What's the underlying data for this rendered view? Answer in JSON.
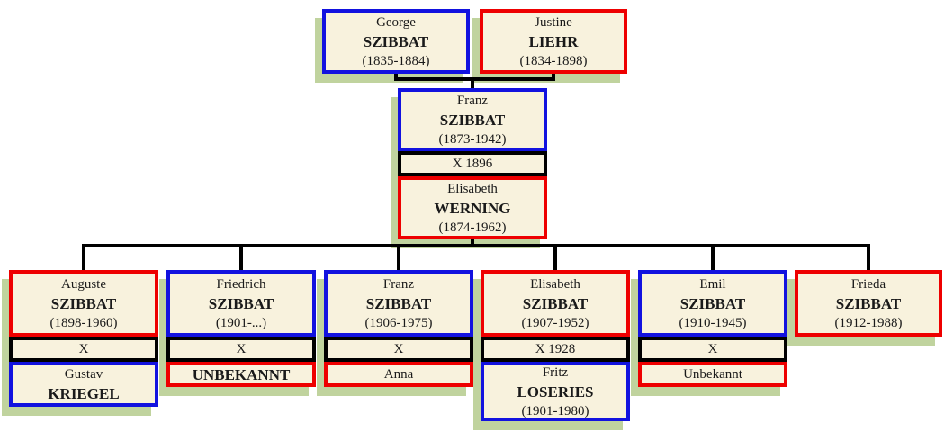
{
  "tree": {
    "description": "Szibbat family tree diagram",
    "colors": {
      "male_border": "#1212DF",
      "female_border": "#EE0000",
      "marriage_border": "#000000",
      "box_background": "#F8F2DD",
      "shadow_green": "#C0D39E",
      "connector": "#000000"
    },
    "generation1": {
      "father": {
        "first": "George",
        "last": "SZIBBAT",
        "dates": "(1835-1884)"
      },
      "mother": {
        "first": "Justine",
        "last": "LIEHR",
        "dates": "(1834-1898)"
      }
    },
    "generation2": {
      "father": {
        "first": "Franz",
        "last": "SZIBBAT",
        "dates": "(1873-1942)"
      },
      "marriage": "X 1896",
      "mother": {
        "first": "Elisabeth",
        "last": "WERNING",
        "dates": "(1874-1962)"
      }
    },
    "children": [
      {
        "person": {
          "first": "Auguste",
          "last": "SZIBBAT",
          "dates": "(1898-1960)"
        },
        "marriage": "X",
        "spouse": {
          "first": "Gustav",
          "last": "KRIEGEL"
        }
      },
      {
        "person": {
          "first": "Friedrich",
          "last": "SZIBBAT",
          "dates": "(1901-...)"
        },
        "marriage": "X",
        "spouse": {
          "last": "UNBEKANNT"
        }
      },
      {
        "person": {
          "first": "Franz",
          "last": "SZIBBAT",
          "dates": "(1906-1975)"
        },
        "marriage": "X",
        "spouse": {
          "first": "Anna"
        }
      },
      {
        "person": {
          "first": "Elisabeth",
          "last": "SZIBBAT",
          "dates": "(1907-1952)"
        },
        "marriage": "X 1928",
        "spouse": {
          "first": "Fritz",
          "last": "LOSERIES",
          "dates": "(1901-1980)"
        }
      },
      {
        "person": {
          "first": "Emil",
          "last": "SZIBBAT",
          "dates": "(1910-1945)"
        },
        "marriage": "X",
        "spouse": {
          "first": "Unbekannt"
        }
      },
      {
        "person": {
          "first": "Frieda",
          "last": "SZIBBAT",
          "dates": "(1912-1988)"
        }
      }
    ]
  }
}
